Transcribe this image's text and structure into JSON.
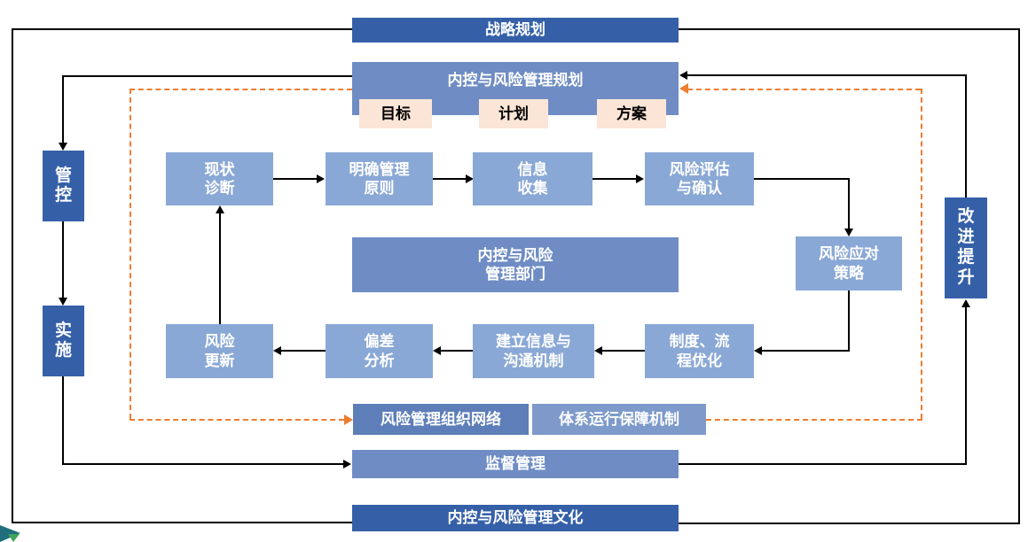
{
  "colors": {
    "dark_blue": "#3560a8",
    "medium_blue": "#6f8dc4",
    "light_blue": "#8aa8d6",
    "network_blue": "#5d7eb8",
    "system_blue": "#7d9aca",
    "peach": "#fbe5d6",
    "flow_orange": "#ed7d31",
    "line_black": "#000000",
    "logo_teal": "#1f6f7e",
    "logo_green": "#3fa45c"
  },
  "nodes": {
    "strategic_planning": {
      "label": "战略规划"
    },
    "ic_risk_planning": {
      "label": "内控与风险管理规划"
    },
    "goal": {
      "label": "目标"
    },
    "plan": {
      "label": "计划"
    },
    "scheme": {
      "label": "方案"
    },
    "control": {
      "label": "管\n控"
    },
    "implementation": {
      "label": "实\n施"
    },
    "status_diagnosis": {
      "label": "现状\n诊断"
    },
    "clarify_principles": {
      "label": "明确管理\n原则"
    },
    "info_collection": {
      "label": "信息\n收集"
    },
    "risk_assessment": {
      "label": "风险评估\n与确认"
    },
    "risk_response": {
      "label": "风险应对\n策略"
    },
    "ic_risk_dept": {
      "label": "内控与风险\n管理部门"
    },
    "improvement": {
      "label": "改\n进\n提\n升"
    },
    "risk_update": {
      "label": "风险\n更新"
    },
    "deviation_analysis": {
      "label": "偏差\n分析"
    },
    "communication_mechanism": {
      "label": "建立信息与\n沟通机制"
    },
    "process_optimization": {
      "label": "制度、流\n程优化"
    },
    "org_network": {
      "label": "风险管理组织网络"
    },
    "system_guarantee": {
      "label": "体系运行保障机制"
    },
    "supervision": {
      "label": "监督管理"
    },
    "ic_risk_culture": {
      "label": "内控与风险管理文化"
    }
  },
  "edges": [
    {
      "from": "战略规划",
      "to": "内控与风险管理文化",
      "style": "solid-outer-loop"
    },
    {
      "from": "内控与风险管理规划",
      "to": "管控",
      "style": "solid"
    },
    {
      "from": "管控",
      "to": "实施",
      "style": "solid"
    },
    {
      "from": "实施",
      "to": "监督管理",
      "style": "solid"
    },
    {
      "from": "监督管理",
      "to": "改进提升",
      "style": "solid"
    },
    {
      "from": "改进提升",
      "to": "内控与风险管理规划",
      "style": "solid"
    },
    {
      "from": "现状诊断",
      "to": "明确管理原则",
      "style": "solid"
    },
    {
      "from": "明确管理原则",
      "to": "信息收集",
      "style": "solid"
    },
    {
      "from": "信息收集",
      "to": "风险评估与确认",
      "style": "solid"
    },
    {
      "from": "风险评估与确认",
      "to": "风险应对策略",
      "style": "solid"
    },
    {
      "from": "风险应对策略",
      "to": "制度、流程优化",
      "style": "solid"
    },
    {
      "from": "制度、流程优化",
      "to": "建立信息与沟通机制",
      "style": "solid"
    },
    {
      "from": "建立信息与沟通机制",
      "to": "偏差分析",
      "style": "solid"
    },
    {
      "from": "偏差分析",
      "to": "风险更新",
      "style": "solid"
    },
    {
      "from": "风险更新",
      "to": "现状诊断",
      "style": "solid"
    },
    {
      "from": "内控与风险管理规划",
      "to": "风险管理组织网络",
      "style": "dashed-orange"
    },
    {
      "from": "体系运行保障机制",
      "to": "内控与风险管理规划",
      "style": "dashed-orange"
    }
  ]
}
